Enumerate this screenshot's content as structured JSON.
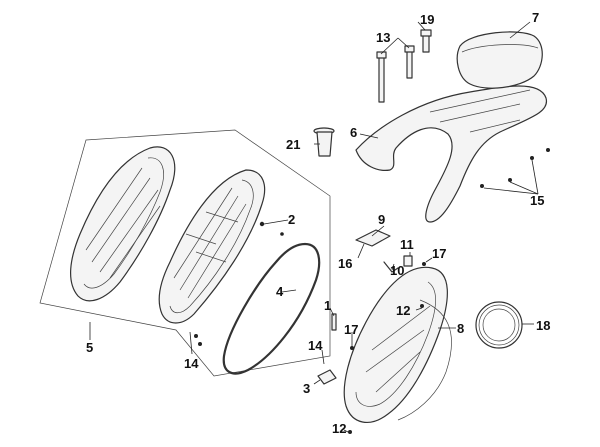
{
  "callouts": [
    {
      "id": "1",
      "label": "1"
    },
    {
      "id": "2",
      "label": "2"
    },
    {
      "id": "3",
      "label": "3"
    },
    {
      "id": "4",
      "label": "4"
    },
    {
      "id": "5",
      "label": "5"
    },
    {
      "id": "6",
      "label": "6"
    },
    {
      "id": "7",
      "label": "7"
    },
    {
      "id": "8",
      "label": "8"
    },
    {
      "id": "9",
      "label": "9"
    },
    {
      "id": "10",
      "label": "10"
    },
    {
      "id": "11",
      "label": "11"
    },
    {
      "id": "12a",
      "label": "12"
    },
    {
      "id": "12b",
      "label": "12"
    },
    {
      "id": "13",
      "label": "13"
    },
    {
      "id": "14a",
      "label": "14"
    },
    {
      "id": "14b",
      "label": "14"
    },
    {
      "id": "15",
      "label": "15"
    },
    {
      "id": "16",
      "label": "16"
    },
    {
      "id": "17a",
      "label": "17"
    },
    {
      "id": "17b",
      "label": "17"
    },
    {
      "id": "18",
      "label": "18"
    },
    {
      "id": "19",
      "label": "19"
    },
    {
      "id": "21",
      "label": "21"
    }
  ]
}
